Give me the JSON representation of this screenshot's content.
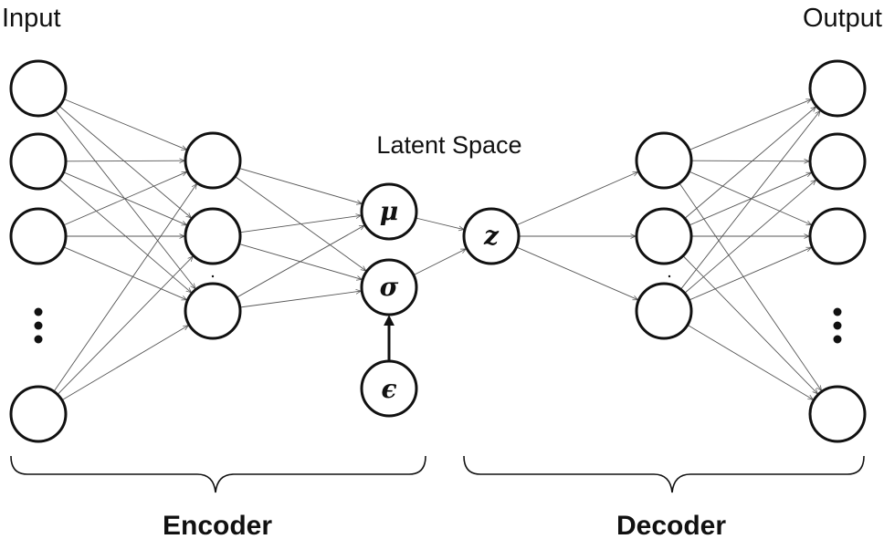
{
  "labels": {
    "input": "Input",
    "output": "Output",
    "latent_space": "Latent Space",
    "encoder": "Encoder",
    "decoder": "Decoder"
  },
  "nodes": {
    "mu": "μ",
    "sigma": "σ",
    "z": "z",
    "epsilon": "ϵ"
  },
  "colors": {
    "node_stroke": "#111111",
    "edge": "#555555",
    "background": "#ffffff"
  }
}
